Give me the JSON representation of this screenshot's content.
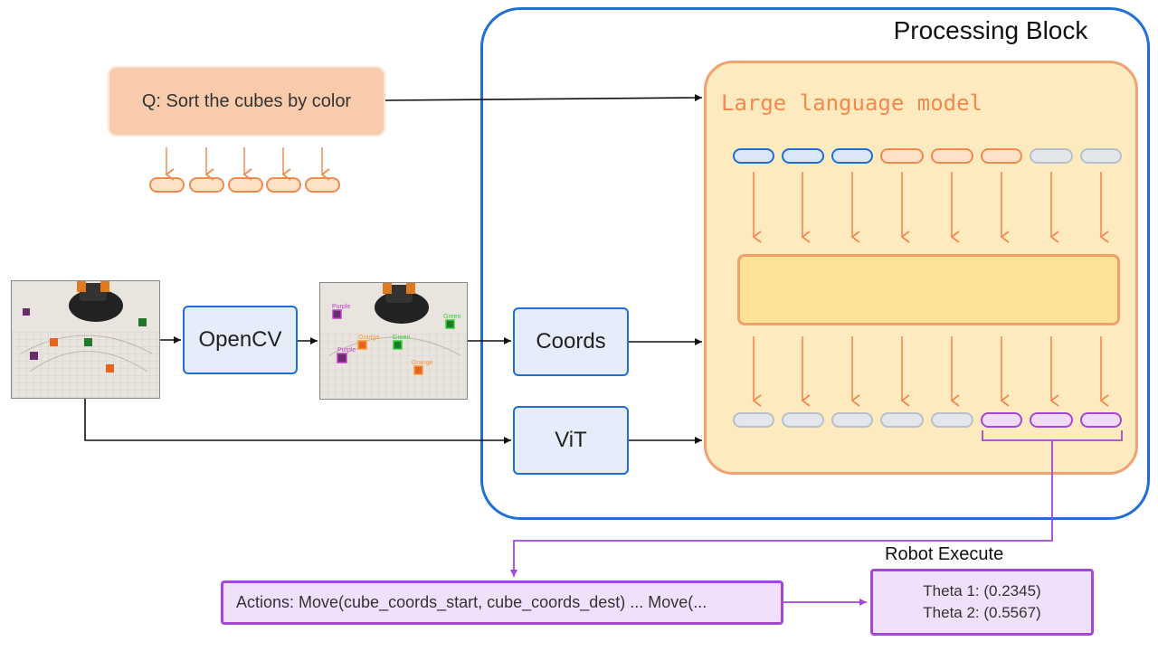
{
  "processing_block": {
    "title": "Processing Block"
  },
  "llm": {
    "title": "Large language model"
  },
  "query": {
    "text": "Q: Sort the cubes by color"
  },
  "blocks": {
    "opencv": "OpenCV",
    "coords": "Coords",
    "vit": "ViT"
  },
  "photos": {
    "labels": [
      "Purple",
      "Purple",
      "Green",
      "Green",
      "Orange",
      "Orange"
    ]
  },
  "actions": {
    "text": "Actions: Move(cube_coords_start, cube_coords_dest) ... Move(..."
  },
  "robot": {
    "label": "Robot Execute",
    "theta1": "Theta 1: (0.2345)",
    "theta2": "Theta 2: (0.5567)"
  },
  "colors": {
    "processing_border": "#1f6fd6",
    "llm_fill": "#fdebbf",
    "llm_border": "#f0a270",
    "query_fill": "#f8cbad",
    "action_border": "#a547d6"
  },
  "input_tokens": [
    "blue",
    "blue",
    "blue",
    "orange",
    "orange",
    "orange",
    "gray",
    "gray"
  ],
  "output_tokens": [
    "gray",
    "gray",
    "gray",
    "gray",
    "gray",
    "purple",
    "purple",
    "purple"
  ]
}
